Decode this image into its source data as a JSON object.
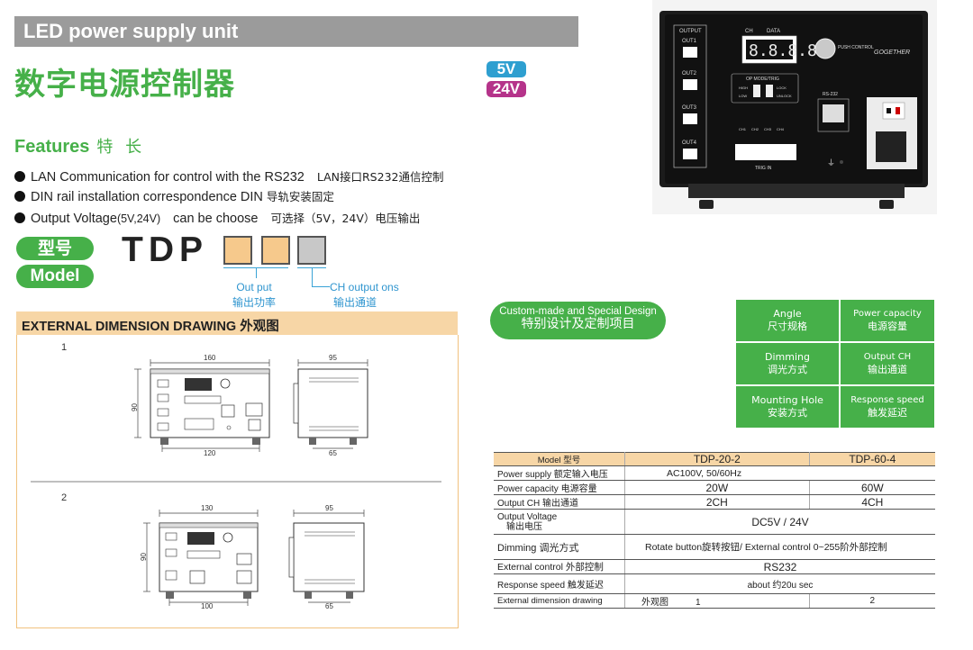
{
  "header": {
    "en_title": "LED power supply unit",
    "cn_title": "数字电源控制器"
  },
  "voltage_badges": [
    {
      "label": "5V",
      "color": "#2e9fd0"
    },
    {
      "label": "24V",
      "color": "#b5338a"
    }
  ],
  "features": {
    "heading_en": "Features",
    "heading_cn": "特 长",
    "items": [
      {
        "en": "LAN Communication for control with the RS232",
        "cn": "LAN接口RS232通信控制"
      },
      {
        "en": "DIN rail installation correspondence DIN",
        "cn": "导轨安装固定"
      },
      {
        "en": "Output Voltage",
        "en_paren": "(5V,24V)",
        "en_tail": "can be choose",
        "cn": "可选择（5V，24V）电压输出"
      }
    ]
  },
  "model": {
    "cn_label": "型号",
    "en_label": "Model",
    "code": "TDP",
    "out_put_en": "Out put",
    "out_put_cn": "输出功率",
    "ch_output_en": "CH output ons",
    "ch_output_cn": "输出通道",
    "box_colors": [
      "#f6c98c",
      "#f6c98c",
      "#c8c8c8"
    ]
  },
  "device_panel": {
    "output_label": "OUTPUT",
    "outputs": [
      "OUT1",
      "OUT2",
      "OUT3",
      "OUT4"
    ],
    "ch_label": "CH",
    "data_label": "DATA",
    "display": "8.8.8.8",
    "push_control": "PUSH\nCONTROL",
    "brand": "GOGETHER",
    "op_mode": "OP MODE/TRIG",
    "high": "HIGH",
    "low": "LOW",
    "lock": "LOCK",
    "unlock": "UNLOCK",
    "rs232": "RS-232",
    "channels": [
      "CH1",
      "CH2",
      "CH3",
      "CH4"
    ],
    "trig_in": "TRIG IN"
  },
  "dimension": {
    "heading": "EXTERNAL DIMENSION DRAWING 外观图",
    "drawings": [
      {
        "index": "1",
        "width_top": "160",
        "width_bottom": "120",
        "height": "90",
        "depth_top": "95",
        "depth_bottom": "65"
      },
      {
        "index": "2",
        "width_top": "130",
        "width_bottom": "100",
        "height": "90",
        "depth_top": "95",
        "depth_bottom": "65"
      }
    ]
  },
  "custom": {
    "en": "Custom-made and Special Design",
    "cn": "特别设计及定制项目"
  },
  "green_grid": [
    [
      {
        "en": "Angle",
        "cn": "尺寸规格"
      },
      {
        "en": "Power capacity",
        "cn": "电源容量"
      }
    ],
    [
      {
        "en": "Dimming",
        "cn": "调光方式"
      },
      {
        "en": "Output CH",
        "cn": "输出通道"
      }
    ],
    [
      {
        "en": "Mounting Hole",
        "cn": "安装方式"
      },
      {
        "en": "Response speed",
        "cn": "触发延迟"
      }
    ]
  ],
  "spec_table": {
    "header": {
      "label": "Model 型号",
      "col1": "TDP-20-2",
      "col2": "TDP-60-4"
    },
    "power_supply": {
      "label": "Power supply 额定输入电压",
      "value": "AC100V, 50/60Hz"
    },
    "power_capacity": {
      "label": "Power capacity 电源容量",
      "col1": "20W",
      "col2": "60W"
    },
    "output_ch": {
      "label": "Output CH 输出通道",
      "col1": "2CH",
      "col2": "4CH"
    },
    "output_voltage": {
      "label_en": "Output Voltage",
      "label_cn": "输出电压",
      "value": "DC5V / 24V"
    },
    "dimming": {
      "label": "Dimming 调光方式",
      "value": "Rotate button旋转按钮/  External control 0~255阶外部控制"
    },
    "external_control": {
      "label": "External control 外部控制",
      "value": "RS232"
    },
    "response": {
      "label": "Response speed 触发延迟",
      "value": "about 约20u sec"
    },
    "ext_dim": {
      "label": "External dimension drawing",
      "prefix": "外观图",
      "col1": "1",
      "col2": "2"
    }
  }
}
